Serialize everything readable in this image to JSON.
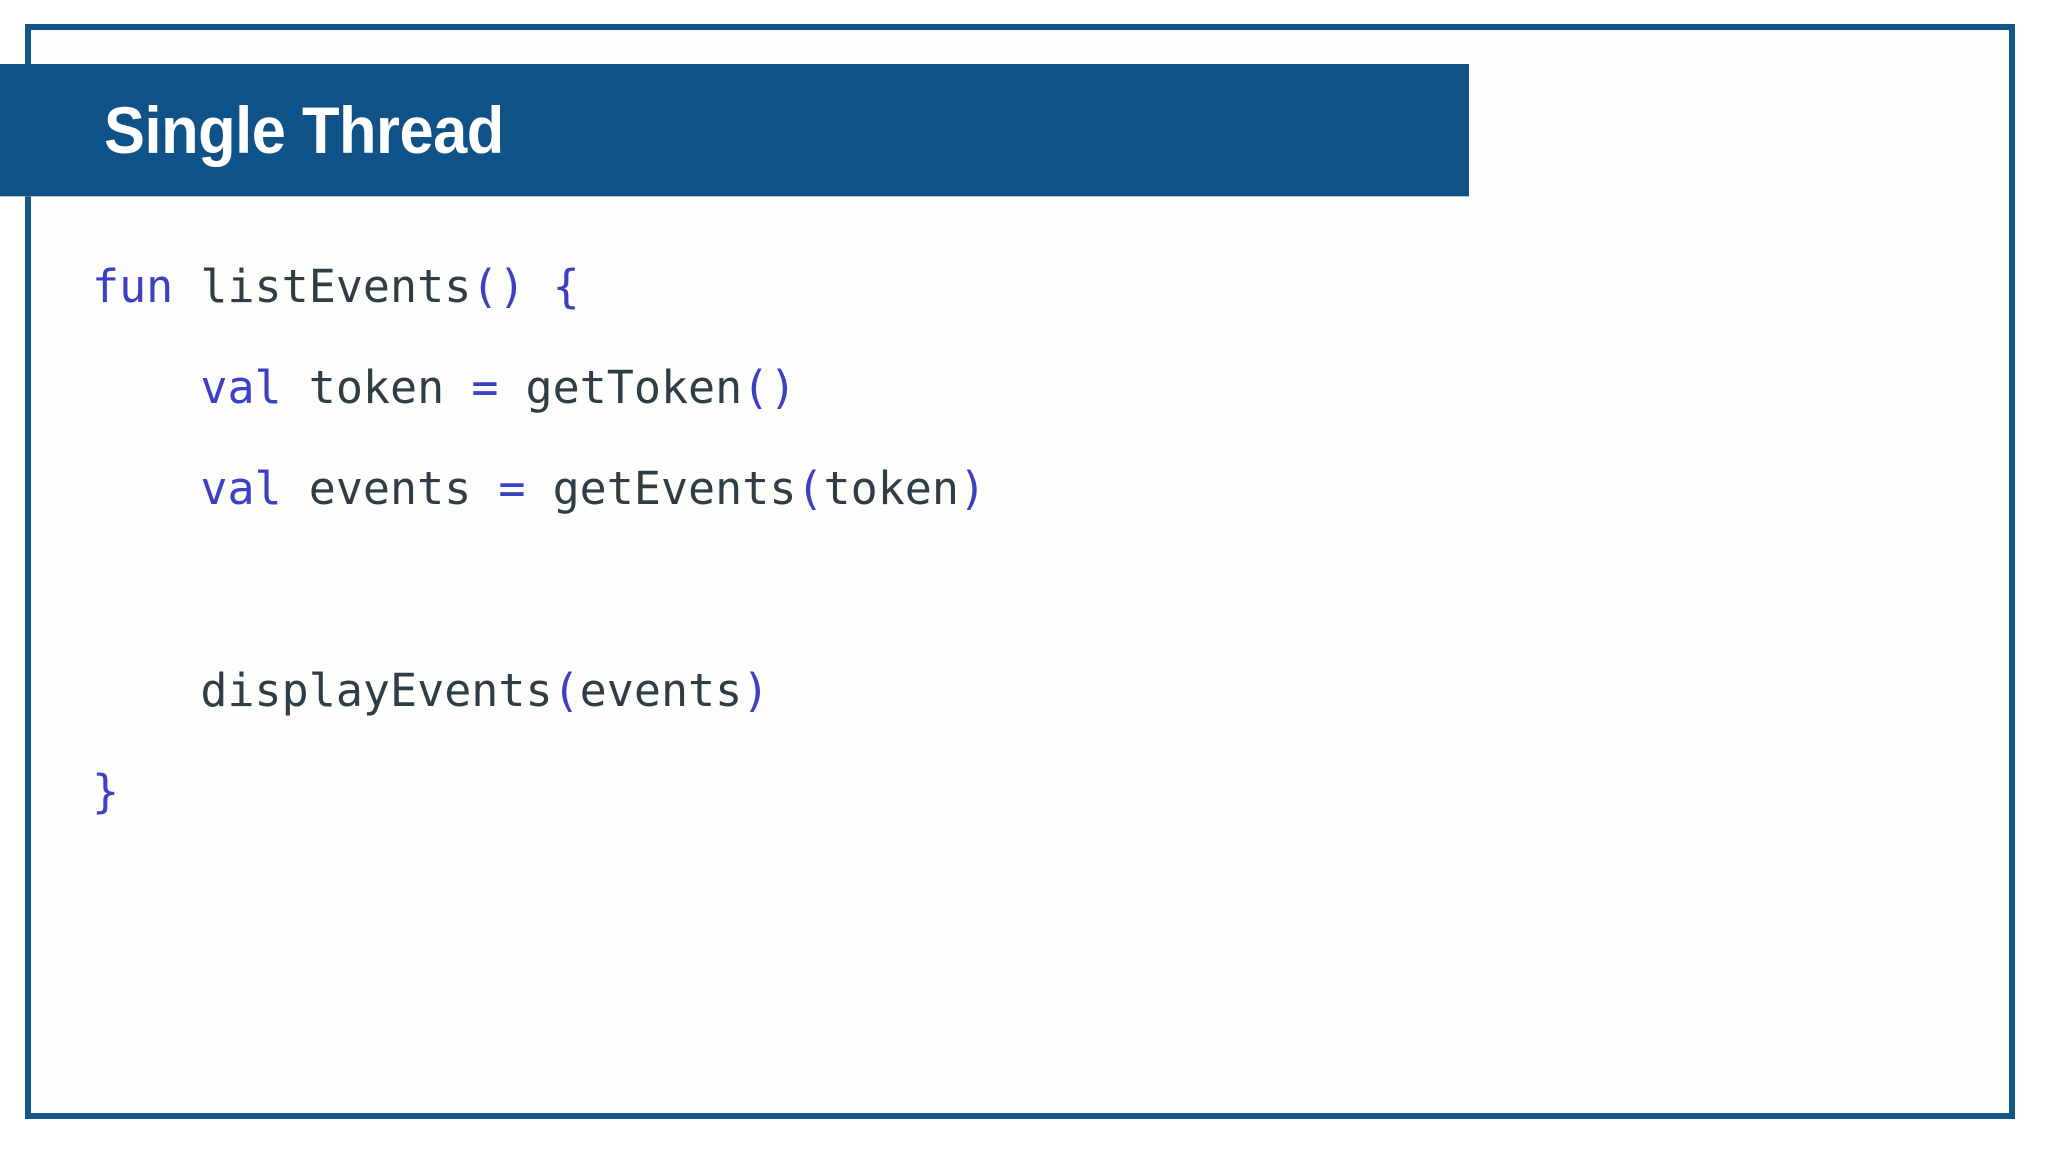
{
  "slide": {
    "title": "Single Thread",
    "colors": {
      "frame_border": "#145688",
      "banner_fill": "#0f5288",
      "title_text": "#ffffff",
      "page_background": "#ffffff",
      "panel_background": "#fdfefb",
      "code_keyword": "#3b40c4",
      "code_identifier": "#2f3e46",
      "code_punctuation": "#3b40c4"
    }
  },
  "code": {
    "language": "kotlin",
    "full_text": "fun listEvents() {\n    val token = getToken()\n    val events = getEvents(token)\n\n    displayEvents(events)\n}",
    "lines": [
      {
        "indent": "",
        "tokens": [
          {
            "text": "fun",
            "kind": "keyword"
          },
          {
            "text": " ",
            "kind": "plain"
          },
          {
            "text": "listEvents",
            "kind": "identifier"
          },
          {
            "text": "()",
            "kind": "punctuation"
          },
          {
            "text": " ",
            "kind": "plain"
          },
          {
            "text": "{",
            "kind": "punctuation"
          }
        ]
      },
      {
        "indent": "    ",
        "tokens": [
          {
            "text": "val",
            "kind": "keyword"
          },
          {
            "text": " ",
            "kind": "plain"
          },
          {
            "text": "token",
            "kind": "identifier"
          },
          {
            "text": " ",
            "kind": "plain"
          },
          {
            "text": "=",
            "kind": "operator"
          },
          {
            "text": " ",
            "kind": "plain"
          },
          {
            "text": "getToken",
            "kind": "identifier"
          },
          {
            "text": "()",
            "kind": "punctuation"
          }
        ]
      },
      {
        "indent": "    ",
        "tokens": [
          {
            "text": "val",
            "kind": "keyword"
          },
          {
            "text": " ",
            "kind": "plain"
          },
          {
            "text": "events",
            "kind": "identifier"
          },
          {
            "text": " ",
            "kind": "plain"
          },
          {
            "text": "=",
            "kind": "operator"
          },
          {
            "text": " ",
            "kind": "plain"
          },
          {
            "text": "getEvents",
            "kind": "identifier"
          },
          {
            "text": "(",
            "kind": "punctuation"
          },
          {
            "text": "token",
            "kind": "identifier"
          },
          {
            "text": ")",
            "kind": "punctuation"
          }
        ]
      },
      {
        "indent": "",
        "tokens": []
      },
      {
        "indent": "    ",
        "tokens": [
          {
            "text": "displayEvents",
            "kind": "identifier"
          },
          {
            "text": "(",
            "kind": "punctuation"
          },
          {
            "text": "events",
            "kind": "identifier"
          },
          {
            "text": ")",
            "kind": "punctuation"
          }
        ]
      },
      {
        "indent": "",
        "tokens": [
          {
            "text": "}",
            "kind": "punctuation"
          }
        ]
      }
    ]
  }
}
